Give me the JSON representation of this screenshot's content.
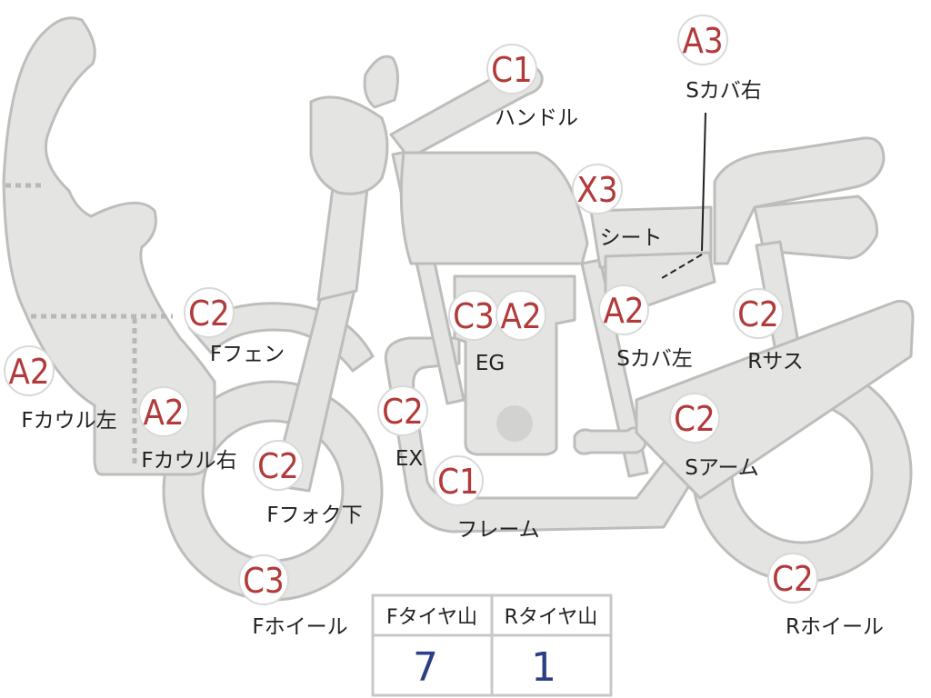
{
  "parts": [
    {
      "id": "handle",
      "code": "C1",
      "label": "ハンドル"
    },
    {
      "id": "s-cover-right",
      "code": "A3",
      "label": "Sカバ右"
    },
    {
      "id": "seat",
      "code": "X3",
      "label": "シート"
    },
    {
      "id": "f-fender",
      "code": "C2",
      "label": "Fフェン"
    },
    {
      "id": "engine",
      "code_a": "C3",
      "code_b": "A2",
      "label": "EG"
    },
    {
      "id": "s-cover-left",
      "code": "A2",
      "label": "Sカバ左"
    },
    {
      "id": "r-suspension",
      "code": "C2",
      "label": "Rサス"
    },
    {
      "id": "f-cowl-left",
      "code": "A2",
      "label": "Fカウル左"
    },
    {
      "id": "f-cowl-right",
      "code": "A2",
      "label": "Fカウル右"
    },
    {
      "id": "exhaust",
      "code": "C2",
      "label": "EX"
    },
    {
      "id": "s-arm",
      "code": "C2",
      "label": "Sアーム"
    },
    {
      "id": "f-fork-lower",
      "code": "C2",
      "label": "Fフォク下"
    },
    {
      "id": "frame",
      "code": "C1",
      "label": "フレーム"
    },
    {
      "id": "f-wheel",
      "code": "C3",
      "label": "Fホイール"
    },
    {
      "id": "r-wheel",
      "code": "C2",
      "label": "Rホイール"
    }
  ],
  "tire_table": {
    "headers": [
      "Fタイヤ山",
      "Rタイヤ山"
    ],
    "values": [
      "7",
      "1"
    ]
  },
  "colors": {
    "grade": "#b23a3a",
    "table_value": "#2c3f86",
    "part_fill": "#e4e4e2"
  }
}
